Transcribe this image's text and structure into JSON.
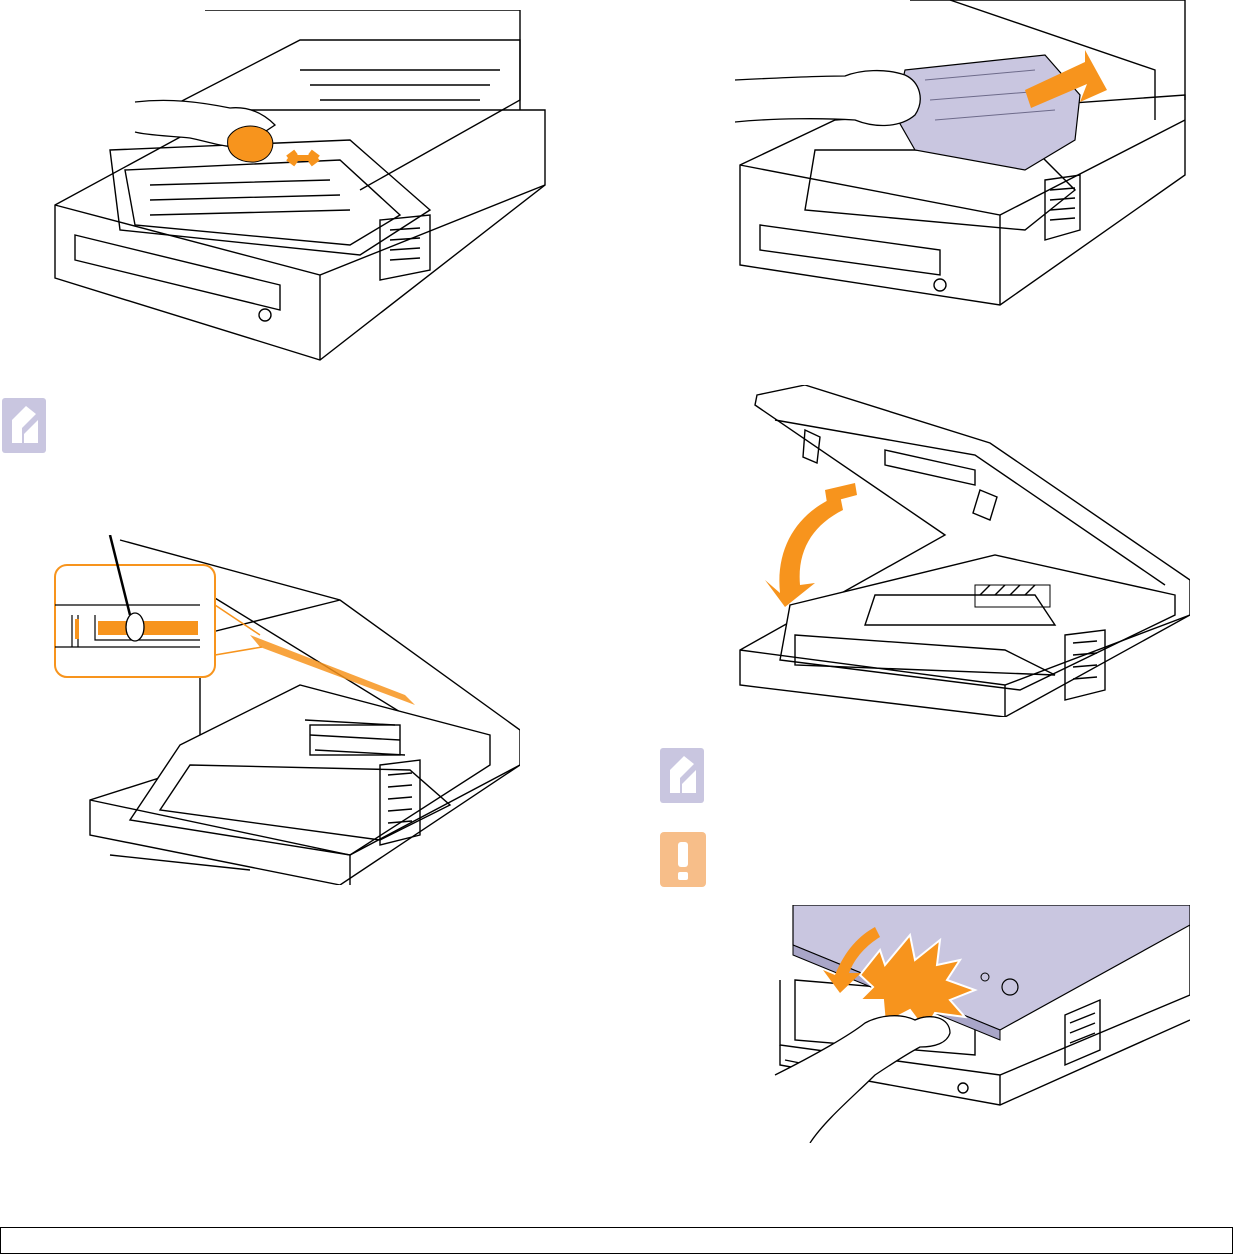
{
  "page": {
    "background": "#ffffff",
    "accent_orange": "#f7941d",
    "note_icon_color": "#c9c6e0",
    "caution_icon_color": "#f7be89"
  },
  "figures": [
    {
      "id": "clean-inside-cloth",
      "icon": "printer-cleaning-cloth-illustration"
    },
    {
      "id": "insert-toner",
      "icon": "printer-insert-toner-illustration"
    },
    {
      "id": "clean-lsu-window",
      "icon": "printer-swab-lsu-illustration"
    },
    {
      "id": "close-lid",
      "icon": "printer-close-lid-illustration"
    },
    {
      "id": "lid-pinch-warning",
      "icon": "printer-hand-pinch-illustration"
    }
  ],
  "icons": {
    "note_1": "note-icon",
    "note_2": "note-icon",
    "caution": "caution-icon"
  }
}
